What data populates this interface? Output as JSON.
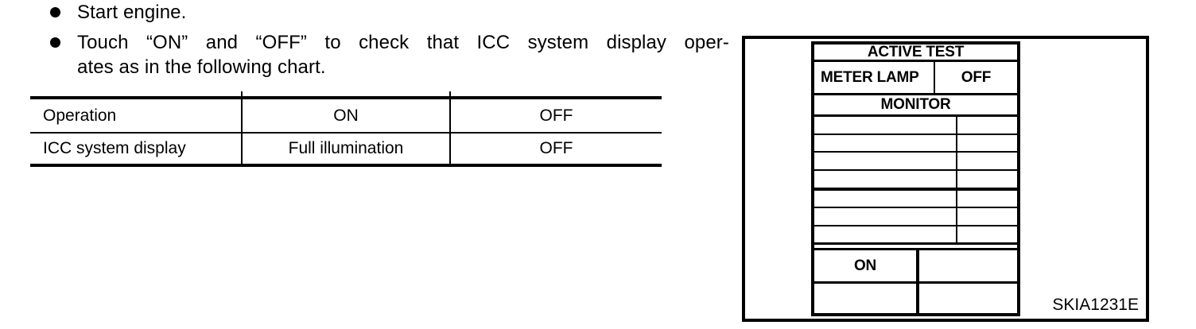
{
  "bullets": [
    {
      "lines": [
        "Start engine."
      ]
    },
    {
      "lines": [
        "Touch “ON” and “OFF” to check that ICC system display oper-",
        "ates as in the following chart."
      ]
    }
  ],
  "table": {
    "rows": [
      [
        "Operation",
        "ON",
        "OFF"
      ],
      [
        "ICC system display",
        "Full illumination",
        "OFF"
      ]
    ]
  },
  "figure": {
    "screen": {
      "title": "ACTIVE TEST",
      "item_label": "METER LAMP",
      "item_value": "OFF",
      "monitor_label": "MONITOR",
      "monitor_empty_rows": 7,
      "button_label": "ON"
    },
    "code": "SKIA1231E"
  }
}
